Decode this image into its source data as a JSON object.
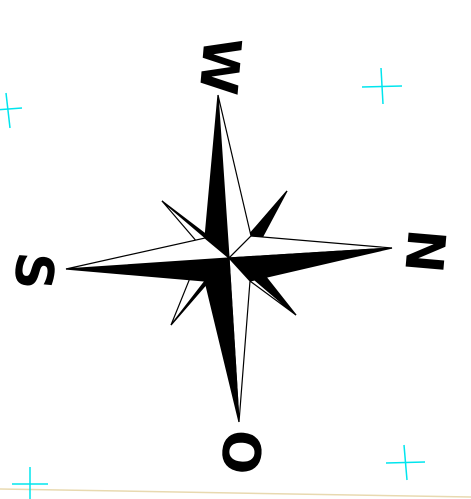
{
  "labels": {
    "north": "N",
    "south": "S",
    "west": "W",
    "east": "O"
  },
  "colors": {
    "background": "#ffffff",
    "star_fill_dark": "#000000",
    "star_fill_light": "#ffffff",
    "stroke": "#000000",
    "marker": "#00e5ee",
    "border_line": "#e8d9b0"
  },
  "markers": {
    "count": 4,
    "shape": "plus-sign"
  }
}
